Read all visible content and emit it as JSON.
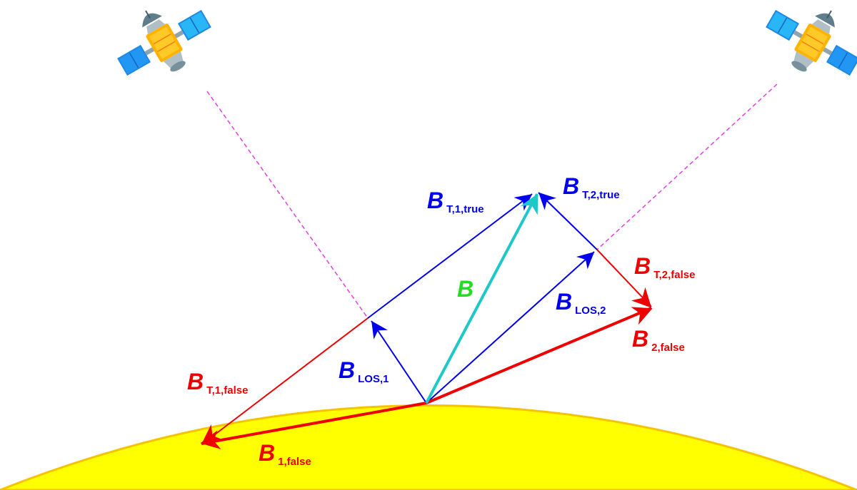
{
  "colors": {
    "sun_fill": "#ffff00",
    "sun_edge": "#f5c400",
    "los_line": "#e040e0",
    "true_vector": "#0000ee",
    "false_vector": "#ee0000",
    "field_vector": "#1ec8c8",
    "field_label": "#22dd22"
  },
  "icons": [
    "satellite-icon",
    "satellite-icon"
  ],
  "labels": {
    "B_main": {
      "main": "B"
    },
    "B_T1_true": {
      "main": "B",
      "sub": "T,1,true"
    },
    "B_T2_true": {
      "main": "B",
      "sub": "T,2,true"
    },
    "B_T2_false": {
      "main": "B",
      "sub": "T,2,false"
    },
    "B_LOS2": {
      "main": "B",
      "sub": "LOS,2"
    },
    "B_2false": {
      "main": "B",
      "sub": "2,false"
    },
    "B_LOS1": {
      "main": "B",
      "sub": "LOS,1"
    },
    "B_T1_false": {
      "main": "B",
      "sub": "T,1,false"
    },
    "B_1false": {
      "main": "B",
      "sub": "1,false"
    }
  }
}
